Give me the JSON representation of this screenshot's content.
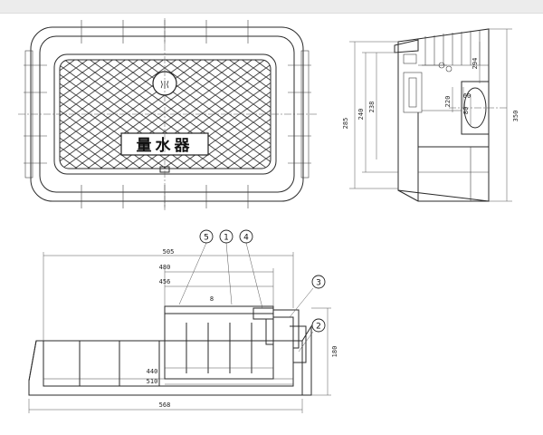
{
  "lid": {
    "label": "量水器",
    "emblem": "⟩|⟨"
  },
  "side_view": {
    "dims": {
      "d285": "285",
      "d240": "240",
      "d238": "238",
      "d294": "294",
      "d220": "220",
      "d60": "60",
      "d80": "80",
      "d350": "350"
    }
  },
  "front_view": {
    "dims": {
      "d505": "505",
      "d480": "480",
      "d456": "456",
      "d8": "8",
      "d440": "440",
      "d510": "510",
      "d568": "568",
      "d180": "180"
    },
    "callouts": [
      "5",
      "1",
      "4",
      "3",
      "2"
    ]
  }
}
